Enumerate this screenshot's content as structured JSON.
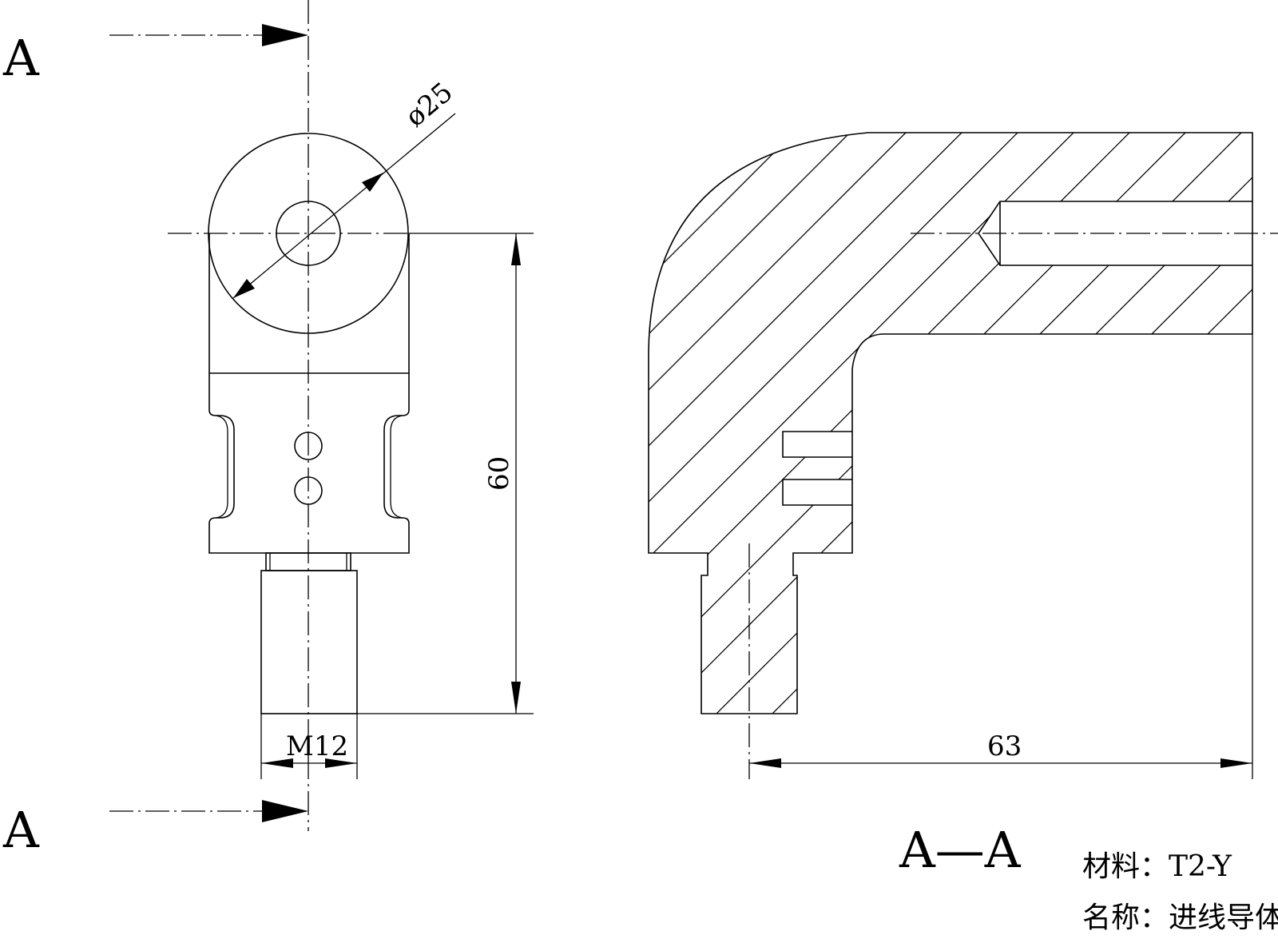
{
  "section_marker_top": "A",
  "section_marker_bottom": "A",
  "dimensions": {
    "diameter": "ø25",
    "height": "60",
    "thread": "M12",
    "length": "63"
  },
  "section_title": "A—A",
  "notes": {
    "material": "材料：T2-Y",
    "name": "名称：进线导体"
  }
}
